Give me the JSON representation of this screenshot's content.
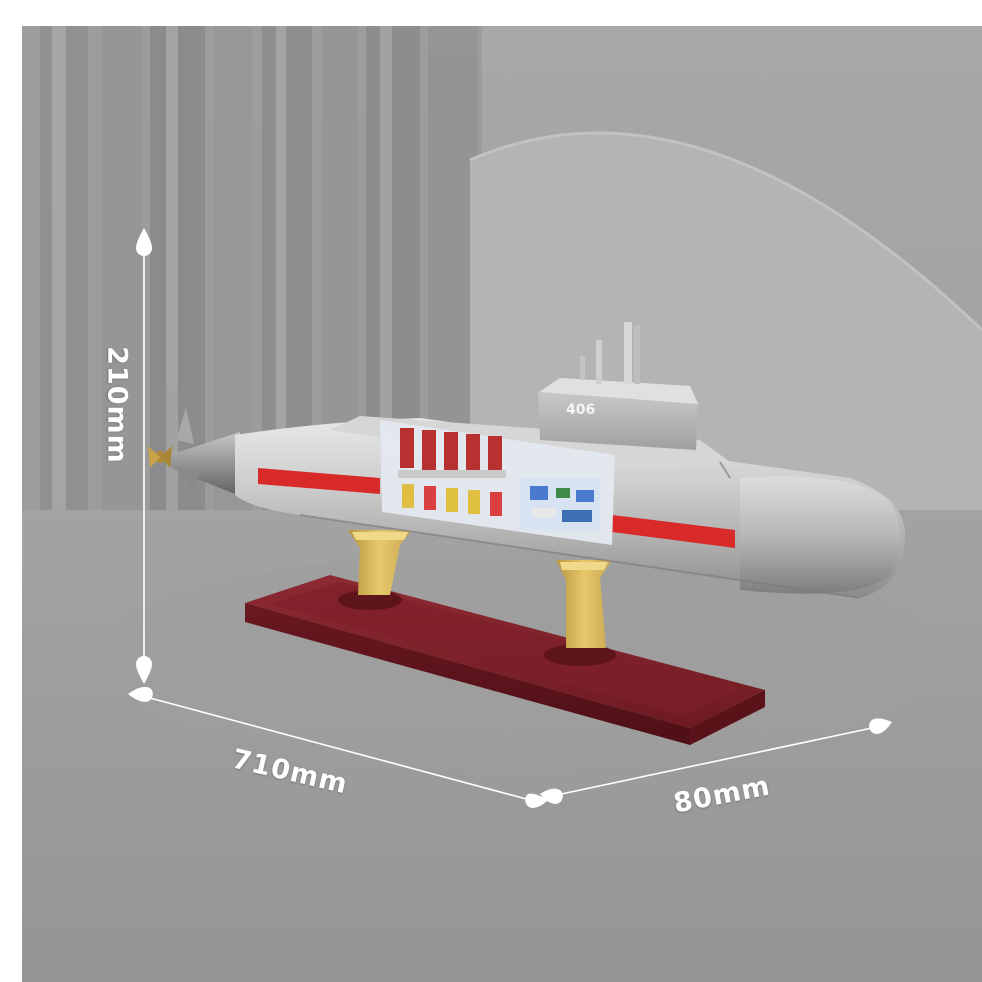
{
  "dimensions": {
    "height": "210mm",
    "length": "710mm",
    "width": "80mm"
  },
  "model": {
    "hull_number": "406"
  },
  "colors": {
    "background": "#9a9a9a",
    "hull": "#c4c4c4",
    "hull_stripe": "#d92a2a",
    "stand_base": "#7d1f28",
    "stand_supports": "#d9b85a",
    "dimension_lines": "#ffffff"
  },
  "icons": [
    "droplet-marker-icon"
  ]
}
